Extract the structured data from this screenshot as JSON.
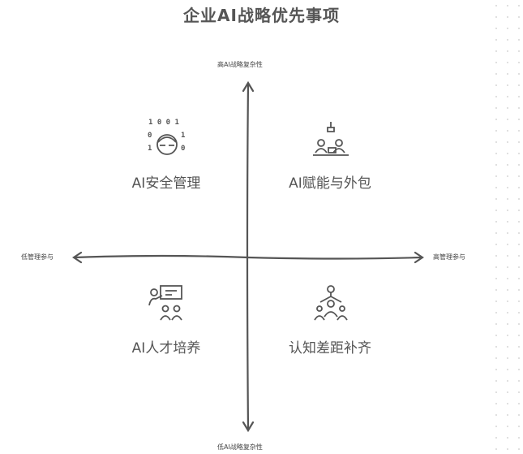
{
  "title": "企业AI战略优先事项",
  "axes": {
    "y_top": "高AI战略复杂性",
    "y_bottom": "低AI战略复杂性",
    "x_left": "低管理参与",
    "x_right": "高管理参与"
  },
  "quadrants": [
    {
      "label": "AI安全管理",
      "icon": "binary-hacker-icon"
    },
    {
      "label": "AI赋能与外包",
      "icon": "outsourcing-team-icon"
    },
    {
      "label": "AI人才培养",
      "icon": "training-presentation-icon"
    },
    {
      "label": "认知差距补齐",
      "icon": "people-network-icon"
    }
  ],
  "binary_digits": [
    "1 0 0 1",
    "0",
    "1",
    "1",
    "0"
  ]
}
